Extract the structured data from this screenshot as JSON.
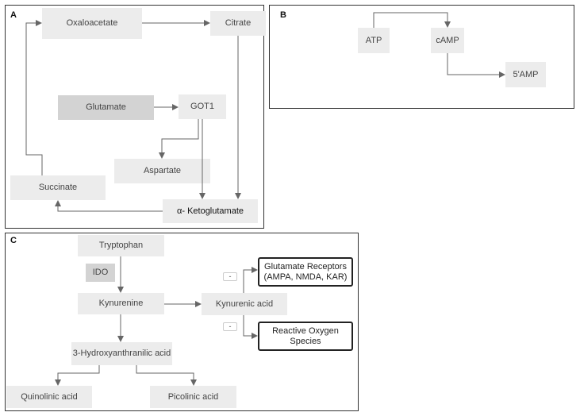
{
  "panels": {
    "a": {
      "label": "A",
      "nodes": {
        "oxaloacetate": "Oxaloacetate",
        "citrate": "Citrate",
        "glutamate": "Glutamate",
        "got1": "GOT1",
        "aspartate": "Aspartate",
        "succinate": "Succinate",
        "ketoglutamate": "α- Ketoglutamate"
      }
    },
    "b": {
      "label": "B",
      "nodes": {
        "atp": "ATP",
        "camp": "cAMP",
        "amp5": "5'AMP"
      }
    },
    "c": {
      "label": "C",
      "nodes": {
        "tryptophan": "Tryptophan",
        "ido": "IDO",
        "kynurenine": "Kynurenine",
        "kynurenic_acid": "Kynurenic acid",
        "hydroxyanthranilic": "3-Hydroxyanthranilic acid",
        "quinolinic": "Quinolinic acid",
        "picolinic": "Picolinic acid",
        "glutamate_receptors_line1": "Glutamate Receptors",
        "glutamate_receptors_line2": "(AMPA, NMDA, KAR)",
        "ros_line1": "Reactive Oxygen",
        "ros_line2": "Species"
      },
      "inhibition_marks": [
        "-",
        "-"
      ]
    }
  },
  "colors": {
    "node_fill": "#ececec",
    "node_dark_fill": "#d3d3d3",
    "arrow": "#666666",
    "border": "#333333"
  }
}
